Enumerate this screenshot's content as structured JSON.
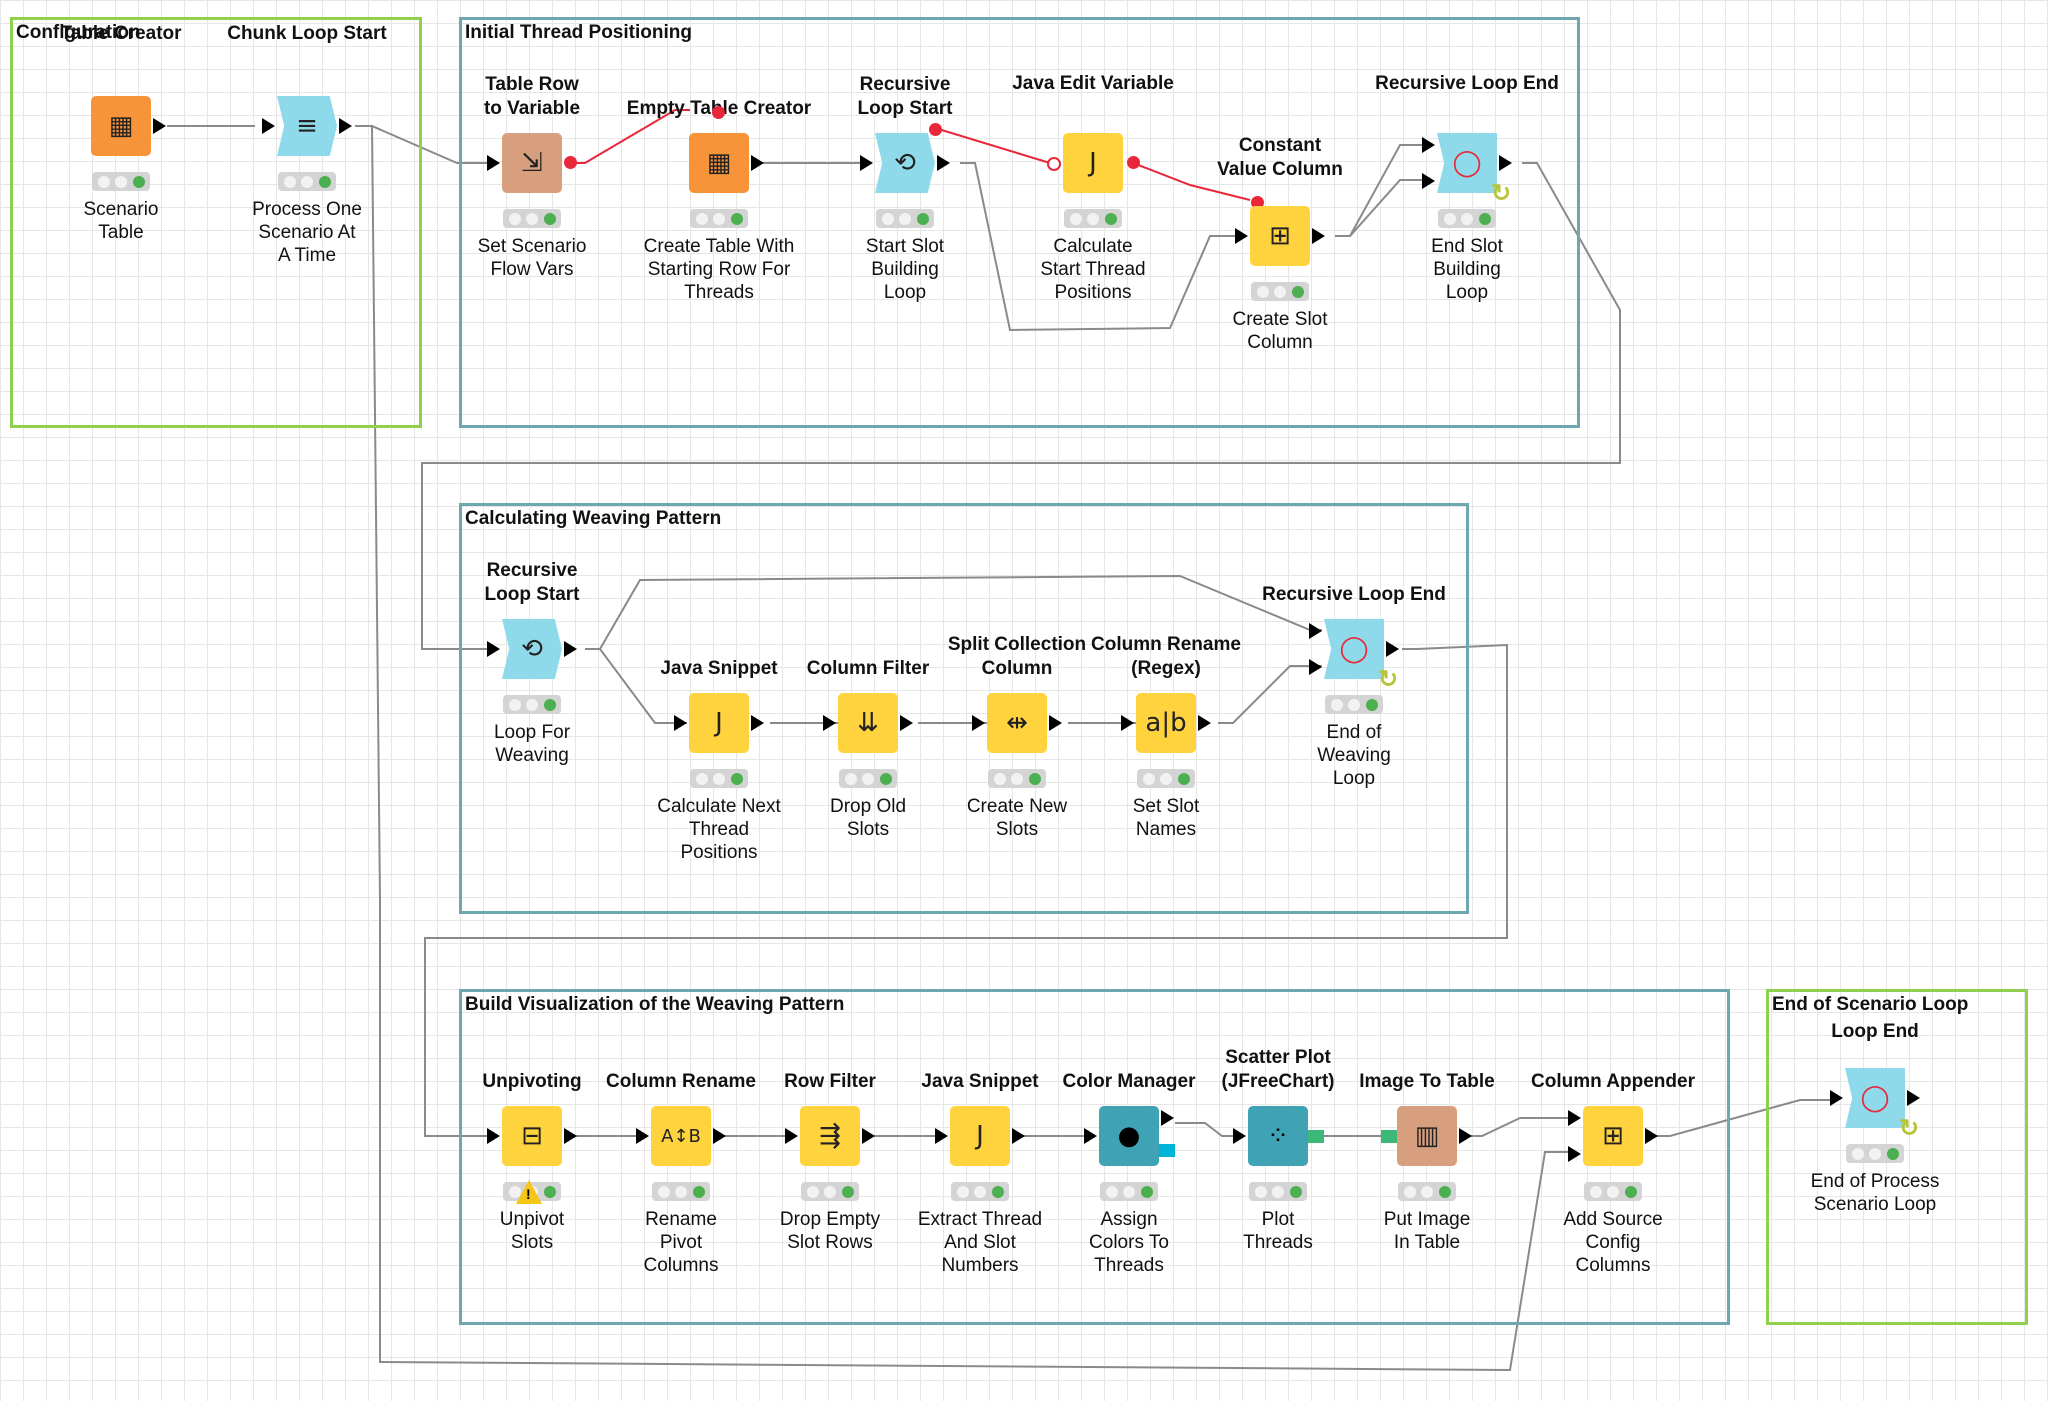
{
  "annotations": {
    "configuration": "Configuration",
    "initial": "Initial Thread Positioning",
    "weaving": "Calculating Weaving Pattern",
    "visualization": "Build Visualization of the Weaving Pattern",
    "end": "End of Scenario Loop"
  },
  "colors": {
    "green_border": "#8fd14f",
    "teal_border": "#6ea7ad",
    "orange_node": "#f7943a",
    "loop_node": "#8fdaea",
    "yellow_node": "#ffd33d",
    "brown_node": "#d89f7f",
    "teal_node": "#3fa3b5",
    "flow_port": "#e8283a"
  },
  "nodes": {
    "table_creator": {
      "title": "Table Creator",
      "label": "Scenario\nTable",
      "icon": "table-plus-icon"
    },
    "chunk_loop_start": {
      "title": "Chunk Loop Start",
      "label": "Process One\nScenario At\nA Time",
      "icon": "chunk-loop-icon"
    },
    "table_row_to_variable": {
      "title": "Table Row\nto Variable",
      "label": "Set Scenario\nFlow Vars",
      "icon": "row-to-variable-icon"
    },
    "empty_table_creator": {
      "title": "Empty Table Creator",
      "label": "Create Table With\nStarting Row For\nThreads",
      "icon": "table-plus-icon"
    },
    "recursive_loop_start_1": {
      "title": "Recursive\nLoop Start",
      "label": "Start Slot\nBuilding\nLoop",
      "icon": "recursive-loop-start-icon"
    },
    "java_edit_variable": {
      "title": "Java Edit Variable",
      "label": "Calculate\nStart Thread\nPositions",
      "icon": "java-variable-icon"
    },
    "constant_value_column": {
      "title": "Constant\nValue Column",
      "label": "Create Slot\nColumn",
      "icon": "constant-column-icon"
    },
    "recursive_loop_end_1": {
      "title": "Recursive Loop End",
      "label": "End Slot\nBuilding\nLoop",
      "icon": "recursive-loop-end-icon"
    },
    "recursive_loop_start_2": {
      "title": "Recursive\nLoop Start",
      "label": "Loop For\nWeaving",
      "icon": "recursive-loop-start-icon"
    },
    "java_snippet_1": {
      "title": "Java Snippet",
      "label": "Calculate Next\nThread\nPositions",
      "icon": "java-snippet-icon"
    },
    "column_filter": {
      "title": "Column Filter",
      "label": "Drop Old\nSlots",
      "icon": "column-filter-icon"
    },
    "split_collection_column": {
      "title": "Split Collection\nColumn",
      "label": "Create New\nSlots",
      "icon": "split-column-icon"
    },
    "column_rename_regex": {
      "title": "Column Rename\n(Regex)",
      "label": "Set Slot\nNames",
      "icon": "column-rename-regex-icon"
    },
    "recursive_loop_end_2": {
      "title": "Recursive Loop End",
      "label": "End of\nWeaving\nLoop",
      "icon": "recursive-loop-end-icon"
    },
    "unpivoting": {
      "title": "Unpivoting",
      "label": "Unpivot\nSlots",
      "icon": "unpivot-icon"
    },
    "column_rename": {
      "title": "Column Rename",
      "label": "Rename\nPivot\nColumns",
      "icon": "column-rename-icon"
    },
    "row_filter": {
      "title": "Row Filter",
      "label": "Drop Empty\nSlot Rows",
      "icon": "row-filter-icon"
    },
    "java_snippet_2": {
      "title": "Java Snippet",
      "label": "Extract Thread\nAnd Slot\nNumbers",
      "icon": "java-snippet-icon"
    },
    "color_manager": {
      "title": "Color Manager",
      "label": "Assign\nColors To\nThreads",
      "icon": "color-drop-icon"
    },
    "scatter_plot": {
      "title": "Scatter Plot\n(JFreeChart)",
      "label": "Plot\nThreads",
      "icon": "scatter-plot-icon"
    },
    "image_to_table": {
      "title": "Image To Table",
      "label": "Put Image\nIn Table",
      "icon": "image-to-table-icon"
    },
    "column_appender": {
      "title": "Column Appender",
      "label": "Add Source\nConfig\nColumns",
      "icon": "column-appender-icon"
    },
    "loop_end": {
      "title": "Loop End",
      "label": "End of Process\nScenario Loop",
      "icon": "loop-end-icon"
    }
  }
}
